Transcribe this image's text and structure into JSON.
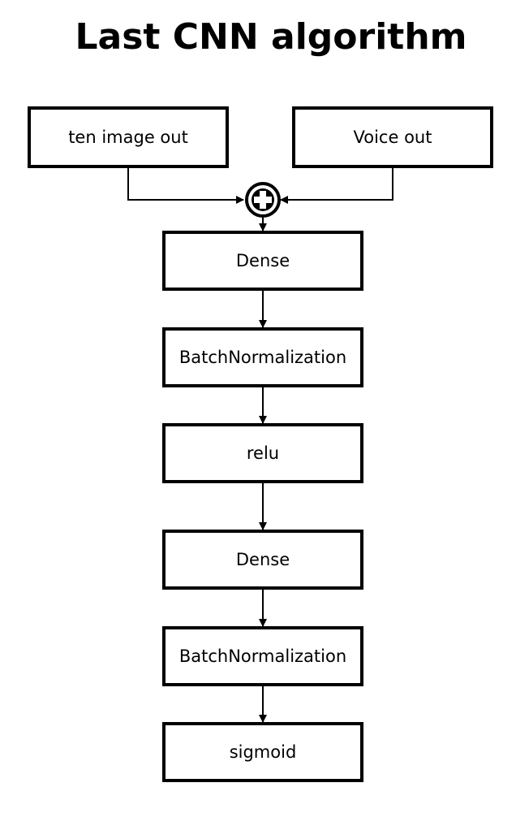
{
  "title": "Last CNN algorithm",
  "inputs": {
    "left": "ten image out",
    "right": "Voice out"
  },
  "merge_icon": "plus-circle-icon",
  "layers": [
    "Dense",
    "BatchNormalization",
    "relu",
    "Dense",
    "BatchNormalization",
    "sigmoid"
  ]
}
